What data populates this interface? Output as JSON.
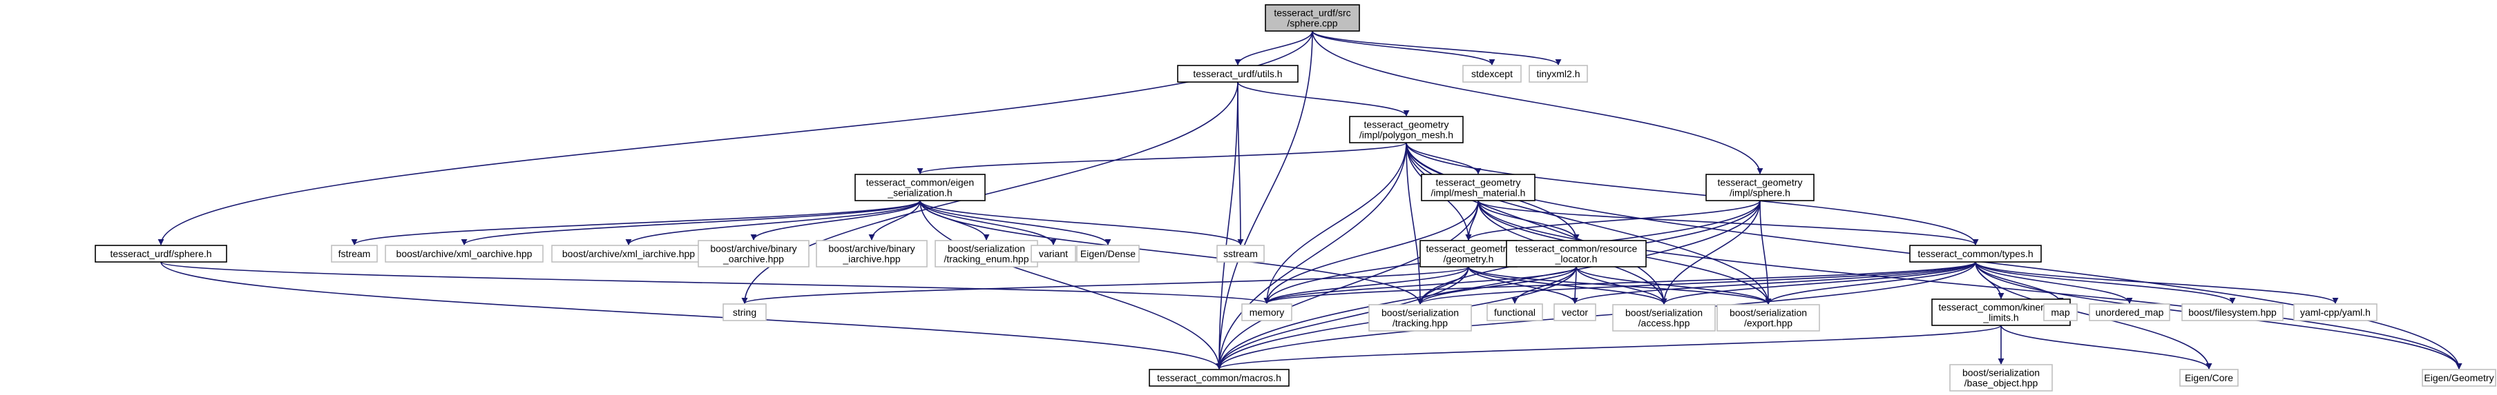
{
  "graph": {
    "colors": {
      "edge": "#191970",
      "root_fill": "#bfbfbf",
      "documented_border": "#000000",
      "external_border": "#bfbfbf",
      "node_fill": "#ffffff",
      "text": "#000000"
    },
    "nodes": [
      {
        "id": "root",
        "lines": [
          "tesseract_urdf/src",
          "/sphere.cpp"
        ],
        "kind": "root"
      },
      {
        "id": "utils",
        "lines": [
          "tesseract_urdf/utils.h"
        ],
        "kind": "documented"
      },
      {
        "id": "stdexcept",
        "lines": [
          "stdexcept"
        ],
        "kind": "external"
      },
      {
        "id": "tinyxml2",
        "lines": [
          "tinyxml2.h"
        ],
        "kind": "external"
      },
      {
        "id": "polygon_mesh",
        "lines": [
          "tesseract_geometry",
          "/impl/polygon_mesh.h"
        ],
        "kind": "documented"
      },
      {
        "id": "eigen_serialization",
        "lines": [
          "tesseract_common/eigen",
          "_serialization.h"
        ],
        "kind": "documented"
      },
      {
        "id": "mesh_material",
        "lines": [
          "tesseract_geometry",
          "/impl/mesh_material.h"
        ],
        "kind": "documented"
      },
      {
        "id": "impl_sphere",
        "lines": [
          "tesseract_geometry",
          "/impl/sphere.h"
        ],
        "kind": "documented"
      },
      {
        "id": "urdf_sphere",
        "lines": [
          "tesseract_urdf/sphere.h"
        ],
        "kind": "documented"
      },
      {
        "id": "fstream",
        "lines": [
          "fstream"
        ],
        "kind": "external"
      },
      {
        "id": "xml_oarchive",
        "lines": [
          "boost/archive/xml_oarchive.hpp"
        ],
        "kind": "external"
      },
      {
        "id": "xml_iarchive",
        "lines": [
          "boost/archive/xml_iarchive.hpp"
        ],
        "kind": "external"
      },
      {
        "id": "binary_oarchive",
        "lines": [
          "boost/archive/binary",
          "_oarchive.hpp"
        ],
        "kind": "external"
      },
      {
        "id": "binary_iarchive",
        "lines": [
          "boost/archive/binary",
          "_iarchive.hpp"
        ],
        "kind": "external"
      },
      {
        "id": "tracking_enum",
        "lines": [
          "boost/serialization",
          "/tracking_enum.hpp"
        ],
        "kind": "external"
      },
      {
        "id": "variant",
        "lines": [
          "variant"
        ],
        "kind": "external"
      },
      {
        "id": "eigen_dense",
        "lines": [
          "Eigen/Dense"
        ],
        "kind": "external"
      },
      {
        "id": "sstream",
        "lines": [
          "sstream"
        ],
        "kind": "external"
      },
      {
        "id": "geometry",
        "lines": [
          "tesseract_geometry",
          "/geometry.h"
        ],
        "kind": "documented"
      },
      {
        "id": "resource_locator",
        "lines": [
          "tesseract_common/resource",
          "_locator.h"
        ],
        "kind": "documented"
      },
      {
        "id": "types",
        "lines": [
          "tesseract_common/types.h"
        ],
        "kind": "documented"
      },
      {
        "id": "string",
        "lines": [
          "string"
        ],
        "kind": "external"
      },
      {
        "id": "memory",
        "lines": [
          "memory"
        ],
        "kind": "external"
      },
      {
        "id": "tracking",
        "lines": [
          "boost/serialization",
          "/tracking.hpp"
        ],
        "kind": "external"
      },
      {
        "id": "functional",
        "lines": [
          "functional"
        ],
        "kind": "external"
      },
      {
        "id": "vector",
        "lines": [
          "vector"
        ],
        "kind": "external"
      },
      {
        "id": "access",
        "lines": [
          "boost/serialization",
          "/access.hpp"
        ],
        "kind": "external"
      },
      {
        "id": "export",
        "lines": [
          "boost/serialization",
          "/export.hpp"
        ],
        "kind": "external"
      },
      {
        "id": "kinematic_limits",
        "lines": [
          "tesseract_common/kinematic",
          "_limits.h"
        ],
        "kind": "documented"
      },
      {
        "id": "map",
        "lines": [
          "map"
        ],
        "kind": "external"
      },
      {
        "id": "unordered_map",
        "lines": [
          "unordered_map"
        ],
        "kind": "external"
      },
      {
        "id": "filesystem",
        "lines": [
          "boost/filesystem.hpp"
        ],
        "kind": "external"
      },
      {
        "id": "yaml",
        "lines": [
          "yaml-cpp/yaml.h"
        ],
        "kind": "external"
      },
      {
        "id": "macros",
        "lines": [
          "tesseract_common/macros.h"
        ],
        "kind": "documented"
      },
      {
        "id": "base_object",
        "lines": [
          "boost/serialization",
          "/base_object.hpp"
        ],
        "kind": "external"
      },
      {
        "id": "eigen_core",
        "lines": [
          "Eigen/Core"
        ],
        "kind": "external"
      },
      {
        "id": "eigen_geometry",
        "lines": [
          "Eigen/Geometry"
        ],
        "kind": "external"
      }
    ],
    "edges": [
      [
        "root",
        "utils"
      ],
      [
        "root",
        "stdexcept"
      ],
      [
        "root",
        "tinyxml2"
      ],
      [
        "root",
        "impl_sphere"
      ],
      [
        "root",
        "urdf_sphere"
      ],
      [
        "root",
        "macros"
      ],
      [
        "utils",
        "polygon_mesh"
      ],
      [
        "utils",
        "sstream"
      ],
      [
        "utils",
        "string"
      ],
      [
        "utils",
        "macros"
      ],
      [
        "polygon_mesh",
        "eigen_serialization"
      ],
      [
        "polygon_mesh",
        "mesh_material"
      ],
      [
        "polygon_mesh",
        "geometry"
      ],
      [
        "polygon_mesh",
        "resource_locator"
      ],
      [
        "polygon_mesh",
        "types"
      ],
      [
        "polygon_mesh",
        "memory"
      ],
      [
        "polygon_mesh",
        "tracking"
      ],
      [
        "polygon_mesh",
        "access"
      ],
      [
        "polygon_mesh",
        "export"
      ],
      [
        "polygon_mesh",
        "eigen_geometry"
      ],
      [
        "polygon_mesh",
        "macros"
      ],
      [
        "eigen_serialization",
        "fstream"
      ],
      [
        "eigen_serialization",
        "xml_oarchive"
      ],
      [
        "eigen_serialization",
        "xml_iarchive"
      ],
      [
        "eigen_serialization",
        "binary_oarchive"
      ],
      [
        "eigen_serialization",
        "binary_iarchive"
      ],
      [
        "eigen_serialization",
        "tracking_enum"
      ],
      [
        "eigen_serialization",
        "variant"
      ],
      [
        "eigen_serialization",
        "eigen_dense"
      ],
      [
        "eigen_serialization",
        "sstream"
      ],
      [
        "eigen_serialization",
        "tracking"
      ],
      [
        "eigen_serialization",
        "macros"
      ],
      [
        "mesh_material",
        "geometry"
      ],
      [
        "mesh_material",
        "resource_locator"
      ],
      [
        "mesh_material",
        "types"
      ],
      [
        "mesh_material",
        "memory"
      ],
      [
        "mesh_material",
        "eigen_geometry"
      ],
      [
        "mesh_material",
        "macros"
      ],
      [
        "mesh_material",
        "access"
      ],
      [
        "mesh_material",
        "export"
      ],
      [
        "impl_sphere",
        "geometry"
      ],
      [
        "impl_sphere",
        "memory"
      ],
      [
        "impl_sphere",
        "tracking"
      ],
      [
        "impl_sphere",
        "access"
      ],
      [
        "impl_sphere",
        "export"
      ],
      [
        "impl_sphere",
        "macros"
      ],
      [
        "urdf_sphere",
        "memory"
      ],
      [
        "urdf_sphere",
        "macros"
      ],
      [
        "geometry",
        "memory"
      ],
      [
        "geometry",
        "string"
      ],
      [
        "geometry",
        "tracking"
      ],
      [
        "geometry",
        "vector"
      ],
      [
        "geometry",
        "access"
      ],
      [
        "geometry",
        "export"
      ],
      [
        "geometry",
        "macros"
      ],
      [
        "resource_locator",
        "memory"
      ],
      [
        "resource_locator",
        "functional"
      ],
      [
        "resource_locator",
        "vector"
      ],
      [
        "resource_locator",
        "tracking"
      ],
      [
        "resource_locator",
        "access"
      ],
      [
        "resource_locator",
        "export"
      ],
      [
        "resource_locator",
        "macros"
      ],
      [
        "types",
        "memory"
      ],
      [
        "types",
        "tracking"
      ],
      [
        "types",
        "vector"
      ],
      [
        "types",
        "access"
      ],
      [
        "types",
        "export"
      ],
      [
        "types",
        "kinematic_limits"
      ],
      [
        "types",
        "map"
      ],
      [
        "types",
        "unordered_map"
      ],
      [
        "types",
        "filesystem"
      ],
      [
        "types",
        "yaml"
      ],
      [
        "types",
        "eigen_core"
      ],
      [
        "types",
        "eigen_geometry"
      ],
      [
        "types",
        "macros"
      ],
      [
        "kinematic_limits",
        "base_object"
      ],
      [
        "kinematic_limits",
        "eigen_core"
      ],
      [
        "kinematic_limits",
        "macros"
      ]
    ]
  }
}
